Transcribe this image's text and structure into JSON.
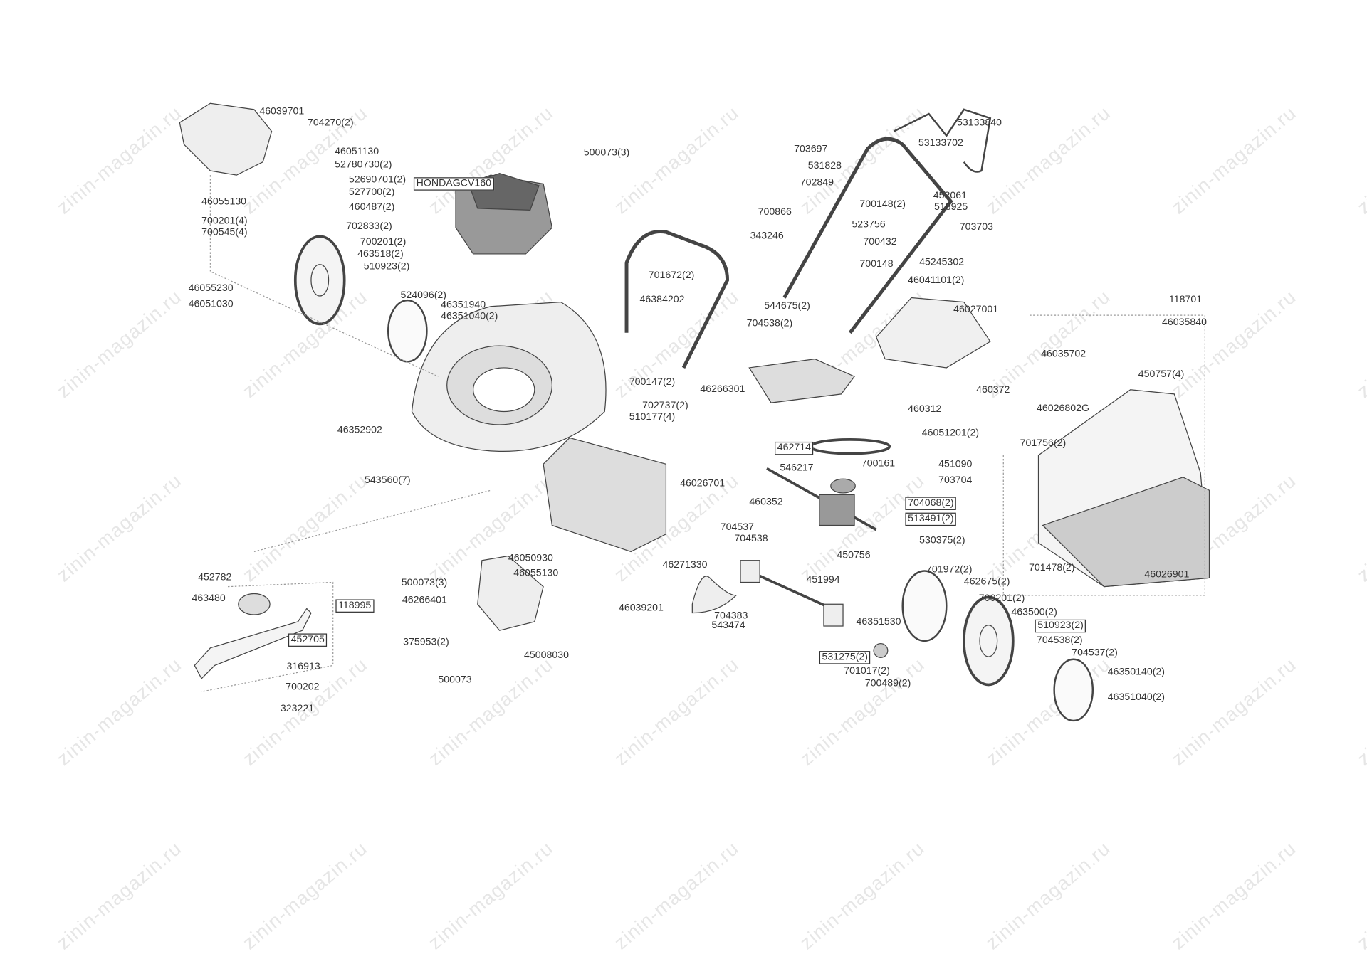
{
  "watermark": "zinin-magazin.ru",
  "parts": [
    "46039701",
    "704270(2)",
    "46051130",
    "52780730(2)",
    "52690701(2)",
    "HONDAGCV160",
    "527700(2)",
    "460487(2)",
    "46055130",
    "700201(4)",
    "700545(4)",
    "702833(2)",
    "700201(2)",
    "463518(2)",
    "510923(2)",
    "46055230",
    "46051030",
    "524096(2)",
    "46351940",
    "46351040(2)",
    "500073(3)",
    "46384202",
    "701672(2)",
    "700147(2)",
    "702737(2)",
    "510177(4)",
    "46352902",
    "543560(7)",
    "46026701",
    "46050930",
    "46055130",
    "452782",
    "463480",
    "118995",
    "452705",
    "316913",
    "700202",
    "323221",
    "500073(3)",
    "46266401",
    "375953(2)",
    "45008030",
    "500073",
    "53133840",
    "53133702",
    "703697",
    "531828",
    "702849",
    "452061",
    "700148(2)",
    "518925",
    "700866",
    "523756",
    "703703",
    "343246",
    "700432",
    "700148",
    "45245302",
    "46041101(2)",
    "544675(2)",
    "704538(2)",
    "46027001",
    "46266301",
    "460372",
    "460312",
    "46051201(2)",
    "118701",
    "46035840",
    "46035702",
    "450757(4)",
    "46026802G",
    "701756(2)",
    "462714",
    "546217",
    "700161",
    "451090",
    "703704",
    "460352",
    "704068(2)",
    "513491(2)",
    "530375(2)",
    "704537",
    "704538",
    "46271330",
    "450756",
    "451994",
    "701478(2)",
    "701972(2)",
    "462675(2)",
    "700201(2)",
    "463500(2)",
    "510923(2)",
    "46039201",
    "704383",
    "543474",
    "46351530",
    "704538(2)",
    "704537(2)",
    "531275(2)",
    "701017(2)",
    "700489(2)",
    "46350140(2)",
    "46351040(2)",
    "46026901"
  ],
  "colors": {
    "line": "#444444",
    "fill": "#dcdcdc",
    "dark": "#888888",
    "watermark": "#e6e6e6"
  }
}
